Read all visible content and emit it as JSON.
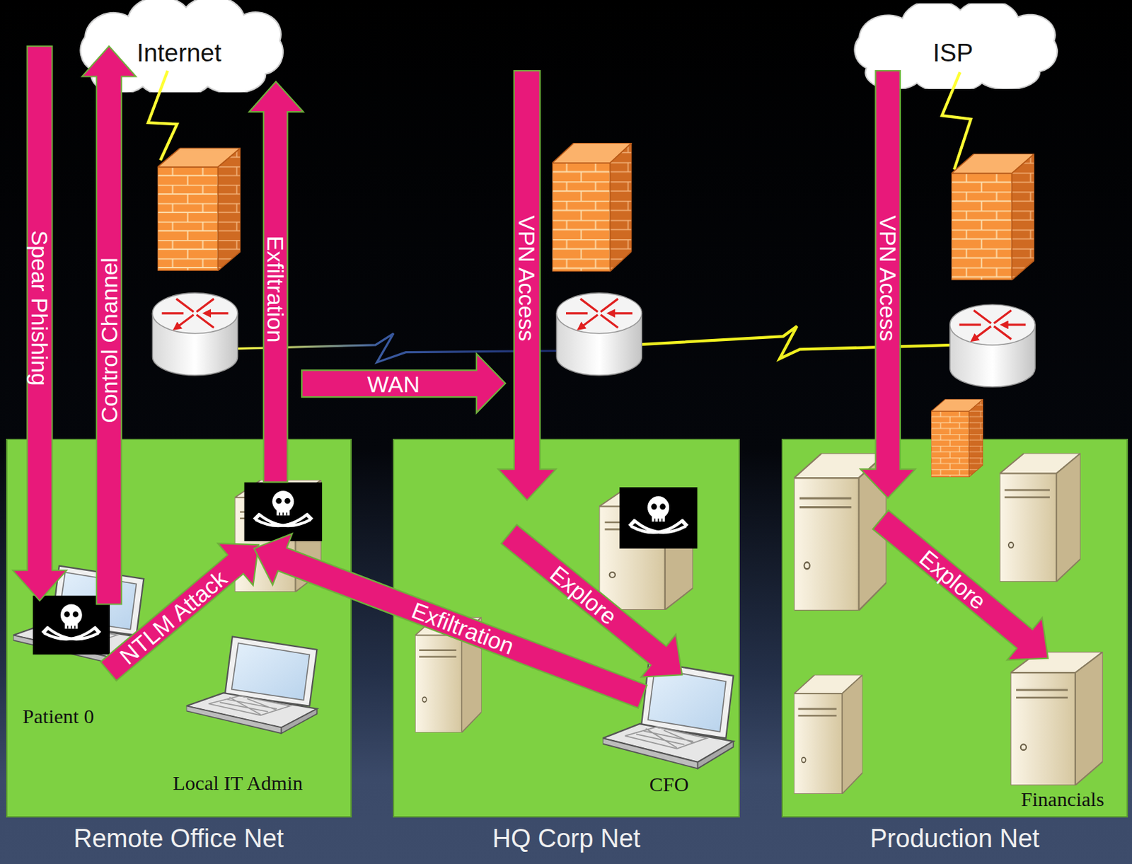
{
  "diagram": {
    "nodes": [
      {
        "text": [
          "Internet"
        ]
      },
      {
        "text": [
          "ISP"
        ]
      },
      {
        "text": [
          "Remote Office Net"
        ]
      },
      {
        "text": [
          "Patient 0"
        ],
        "in": 2
      },
      {
        "text": [
          "Local IT Admin"
        ],
        "in": 2
      },
      {
        "text": [
          "HQ Corp Net"
        ]
      },
      {
        "text": [
          "CFO"
        ],
        "in": 5
      },
      {
        "text": [
          "Production Net"
        ]
      },
      {
        "text": [
          "Financials"
        ],
        "in": 7
      }
    ],
    "edges": [
      {
        "from": 0,
        "to": 3,
        "label": "Spear Phishing",
        "arrow": "to"
      },
      {
        "from": 3,
        "to": 0,
        "label": "Control Channel",
        "arrow": "to"
      }
    ],
    "labels": [
      "Exfiltration",
      "WAN",
      "VPN Access",
      "NTLM Attack",
      "Explore",
      "Exfiltration",
      "VPN Access",
      "Explore"
    ]
  }
}
